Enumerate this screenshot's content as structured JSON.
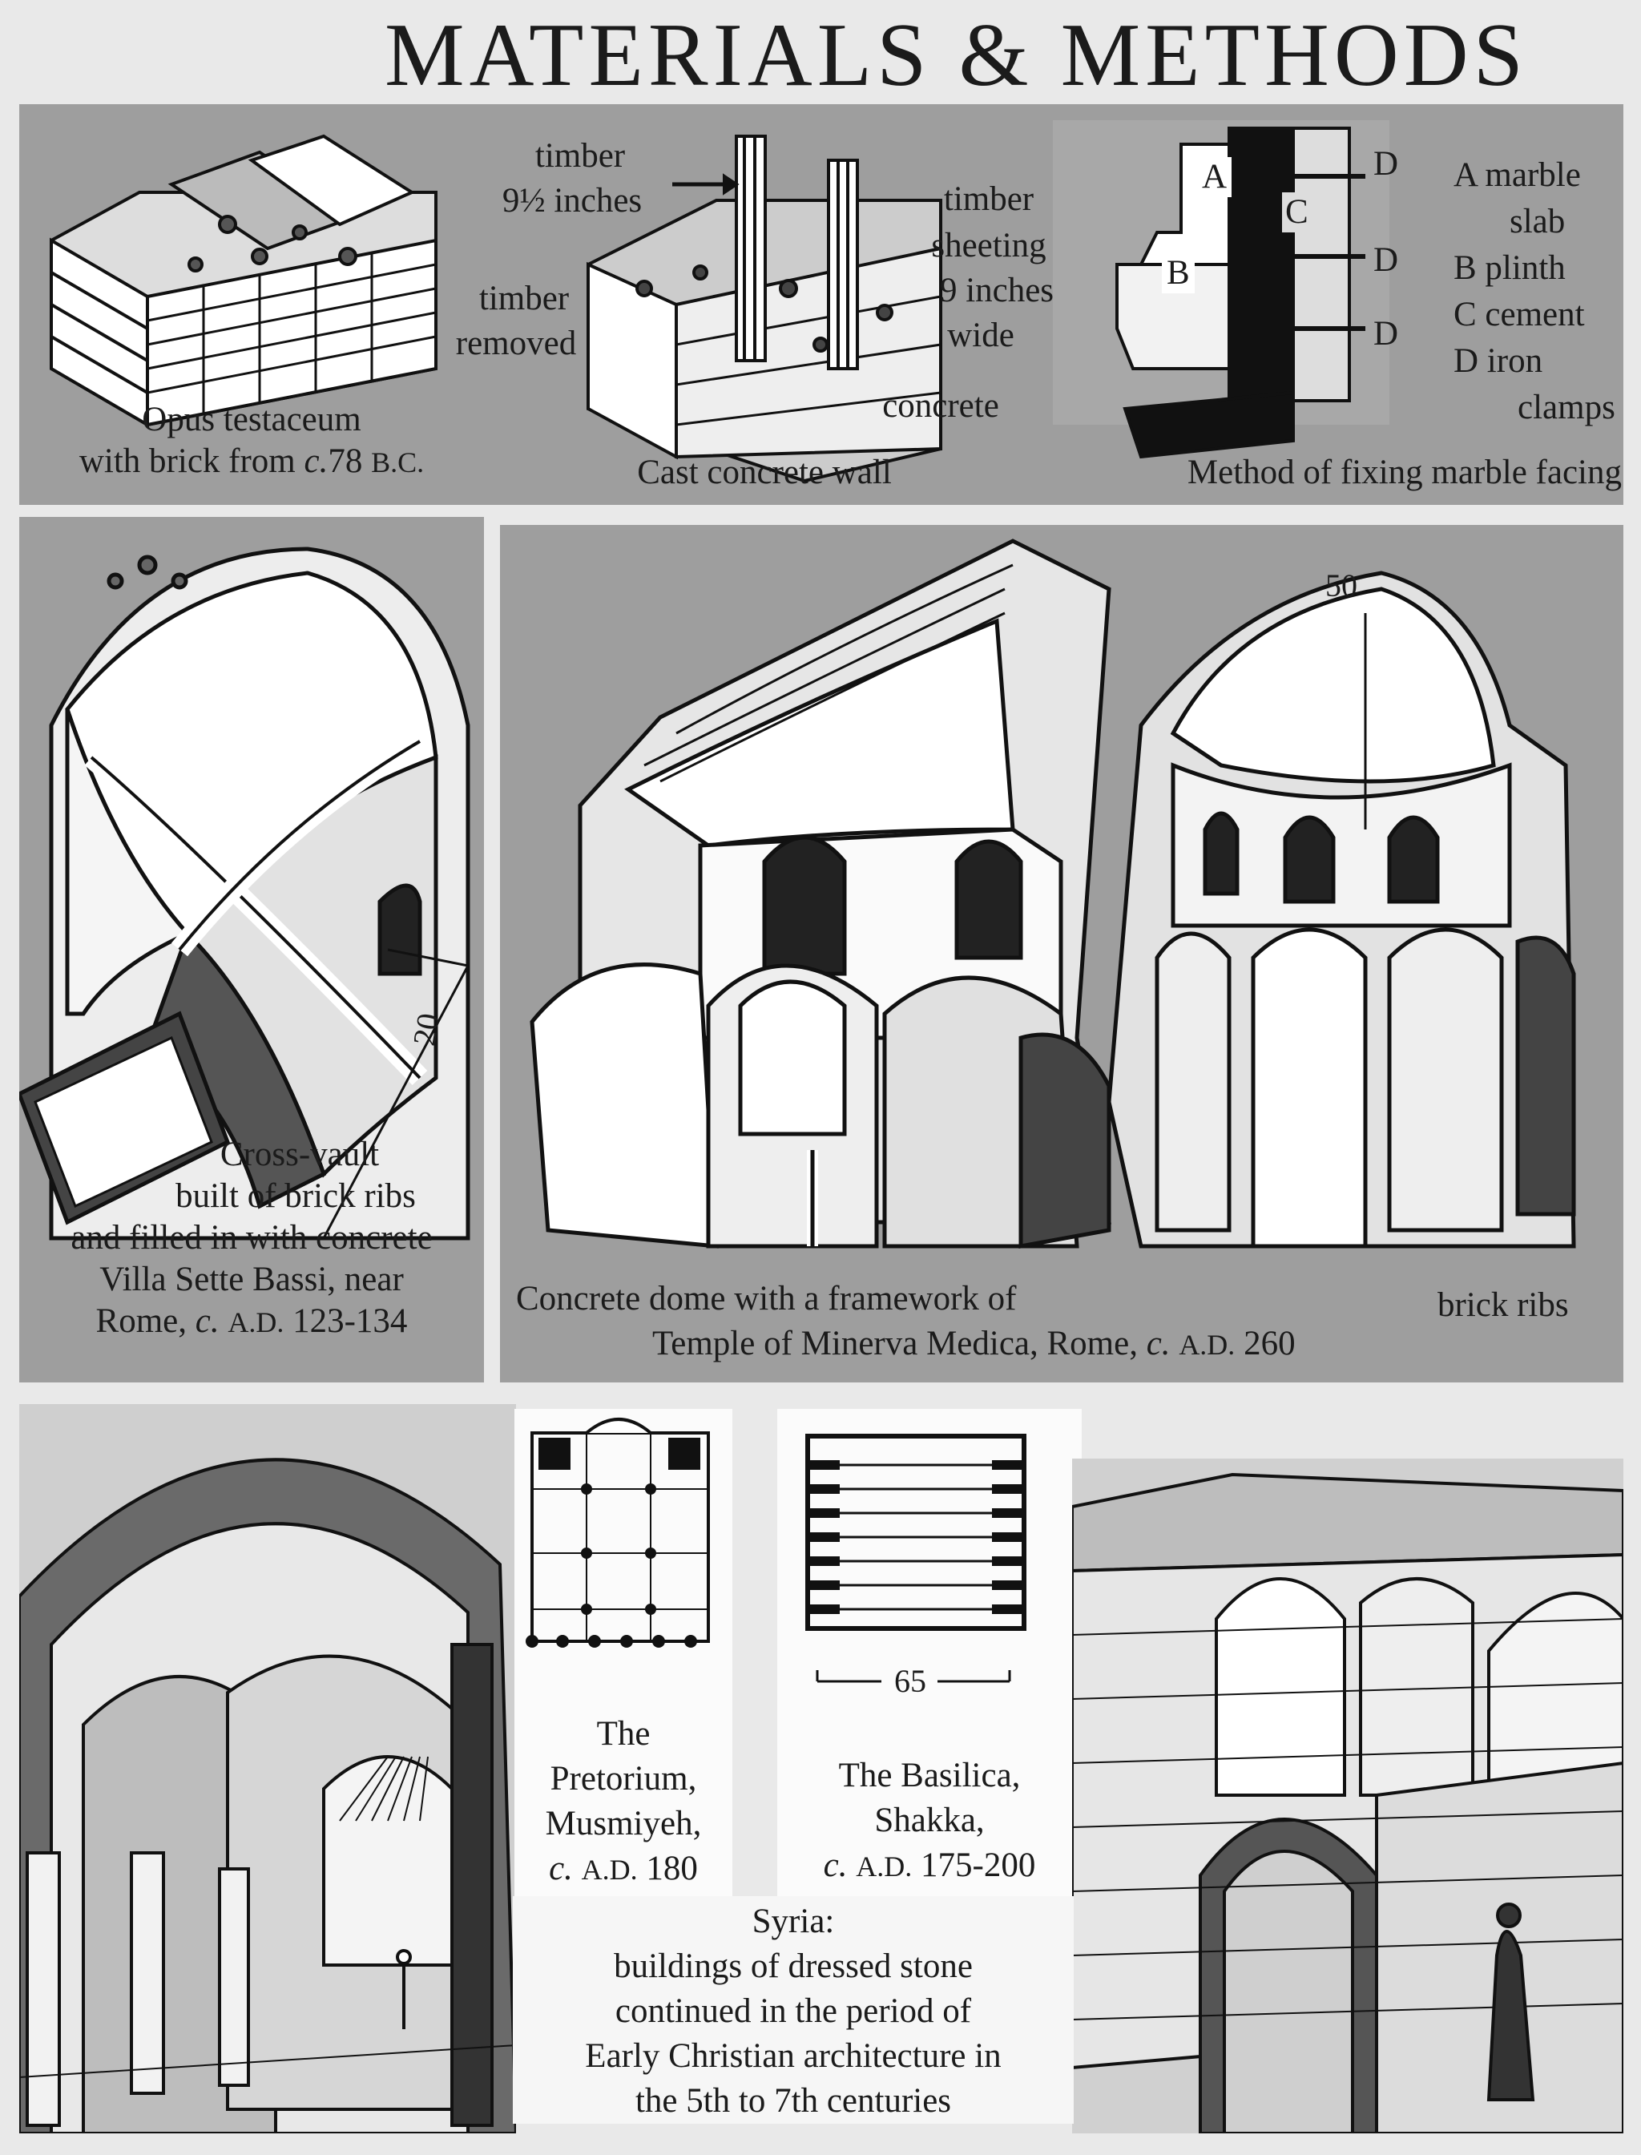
{
  "title": "MATERIALS & METHODS",
  "top": {
    "opus": {
      "caption_line1": "Opus testaceum",
      "caption_line2_pre": "with brick from ",
      "caption_c": "c.",
      "caption_year": "78 ",
      "caption_era": "B.C."
    },
    "concrete_wall": {
      "label_timber_top": "timber",
      "label_inches": "9½ inches",
      "label_timber_removed_1": "timber",
      "label_timber_removed_2": "removed",
      "label_sheeting_1": "timber",
      "label_sheeting_2": "sheeting",
      "label_sheeting_3": "9 inches",
      "label_sheeting_4": "wide",
      "label_concrete": "concrete",
      "caption": "Cast concrete wall"
    },
    "marble": {
      "letter_a": "A",
      "letter_b": "B",
      "letter_c": "C",
      "letter_d": "D",
      "legend": [
        "A marble",
        "slab",
        "B plinth",
        "C cement",
        "D iron",
        "clamps"
      ],
      "caption": "Method of fixing marble facing"
    }
  },
  "middle": {
    "cross_vault": {
      "dimension": "20",
      "caption": [
        "Cross-vault",
        "built of brick ribs",
        "and filled in with concrete",
        "Villa Sette Bassi, near"
      ],
      "caption_last_pre": "Rome, ",
      "caption_last_c": "c.",
      "caption_last_ad": "A.D.",
      "caption_last_years": "123-134"
    },
    "minerva": {
      "dimension": "50",
      "caption_line1": "Concrete dome with a framework of",
      "caption_brick": "brick ribs",
      "caption_line2_pre": "Temple of Minerva Medica, Rome, ",
      "caption_line2_c": "c.",
      "caption_line2_ad": "A.D.",
      "caption_line2_year": "260"
    }
  },
  "bottom": {
    "pretorium": {
      "caption": [
        "The",
        "Pretorium,",
        "Musmiyeh,"
      ],
      "date_c": "c.",
      "date_ad": "A.D.",
      "date_year": "180"
    },
    "basilica": {
      "dimension": "65",
      "caption": [
        "The Basilica,",
        "Shakka,"
      ],
      "date_c": "c.",
      "date_ad": "A.D.",
      "date_years": "175-200"
    },
    "syria": [
      "Syria:",
      "buildings of dressed stone",
      "continued in the period of",
      "Early Christian architecture in",
      "the 5th to 7th centuries"
    ]
  }
}
